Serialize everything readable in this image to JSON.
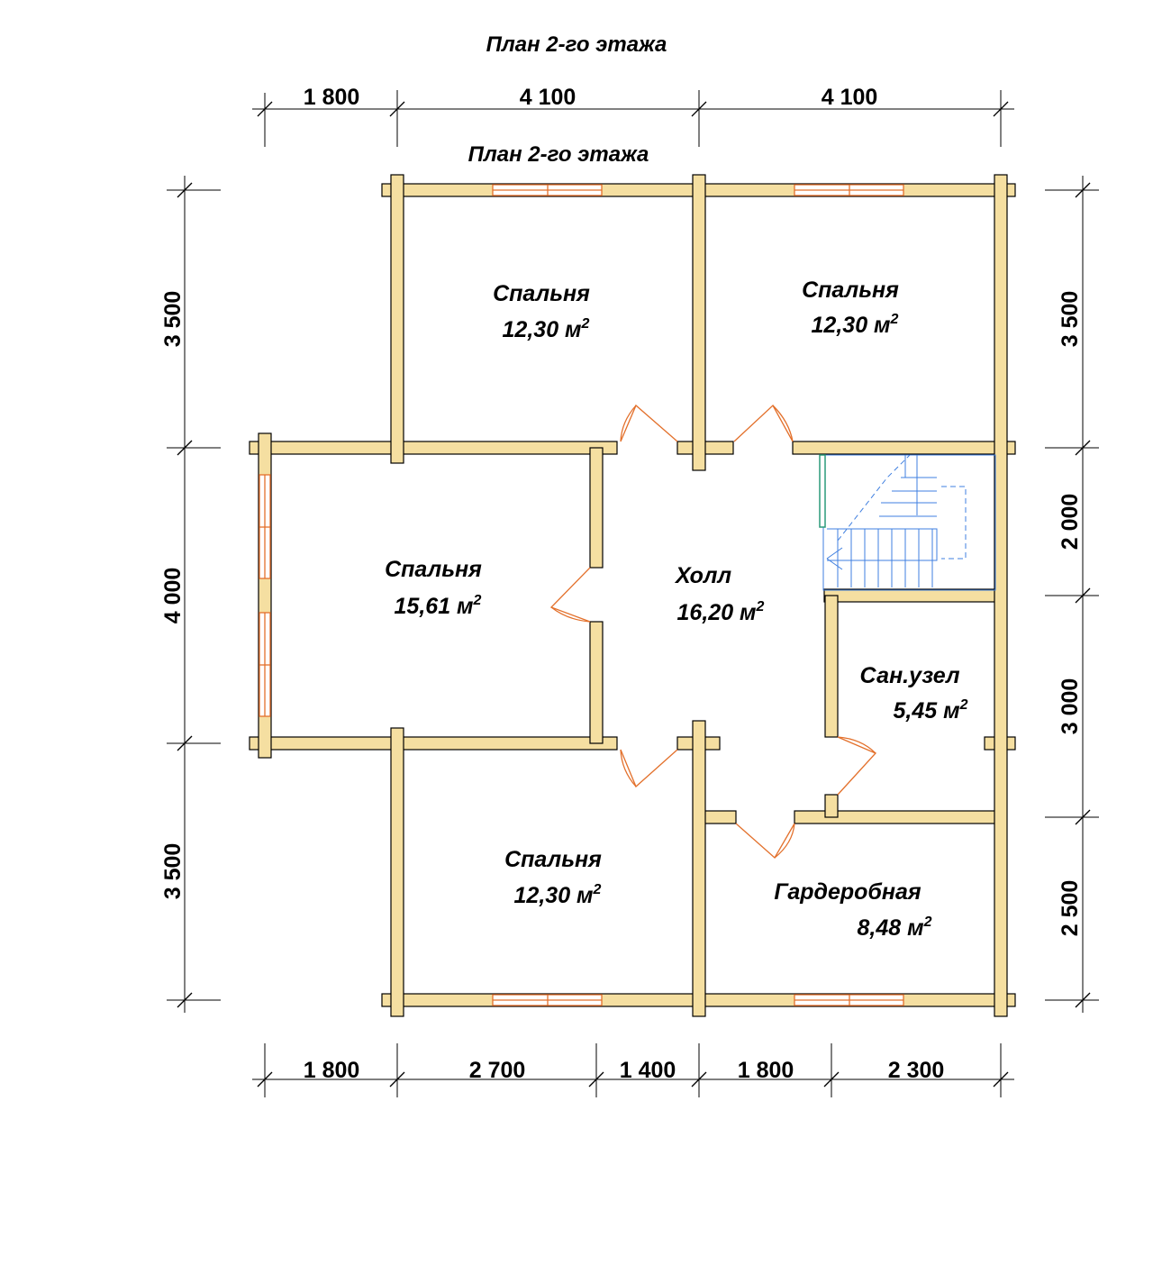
{
  "titles": {
    "top": "План 2-го этажа",
    "inner": "План 2-го этажа"
  },
  "dimensions": {
    "top": [
      "1 800",
      "4 100",
      "4 100"
    ],
    "bottom": [
      "1 800",
      "2 700",
      "1 400",
      "1 800",
      "2 300"
    ],
    "left": [
      "3 500",
      "4 000",
      "3 500"
    ],
    "right": [
      "3 500",
      "2 000",
      "3 000",
      "2 500"
    ]
  },
  "rooms": [
    {
      "name": "Спальня",
      "area": "12,30 м",
      "sup": "2"
    },
    {
      "name": "Спальня",
      "area": "12,30 м",
      "sup": "2"
    },
    {
      "name": "Спальня",
      "area": "15,61 м",
      "sup": "2"
    },
    {
      "name": "Холл",
      "area": "16,20 м",
      "sup": "2"
    },
    {
      "name": "Сан.узел",
      "area": "5,45 м",
      "sup": "2"
    },
    {
      "name": "Спальня",
      "area": "12,30 м",
      "sup": "2"
    },
    {
      "name": "Гардеробная",
      "area": "8,48 м",
      "sup": "2"
    }
  ],
  "colors": {
    "wall": "#f5dfa1",
    "window_door": "#e3702b",
    "stair": "#3f7fe0",
    "rail": "#2a9a7a"
  }
}
